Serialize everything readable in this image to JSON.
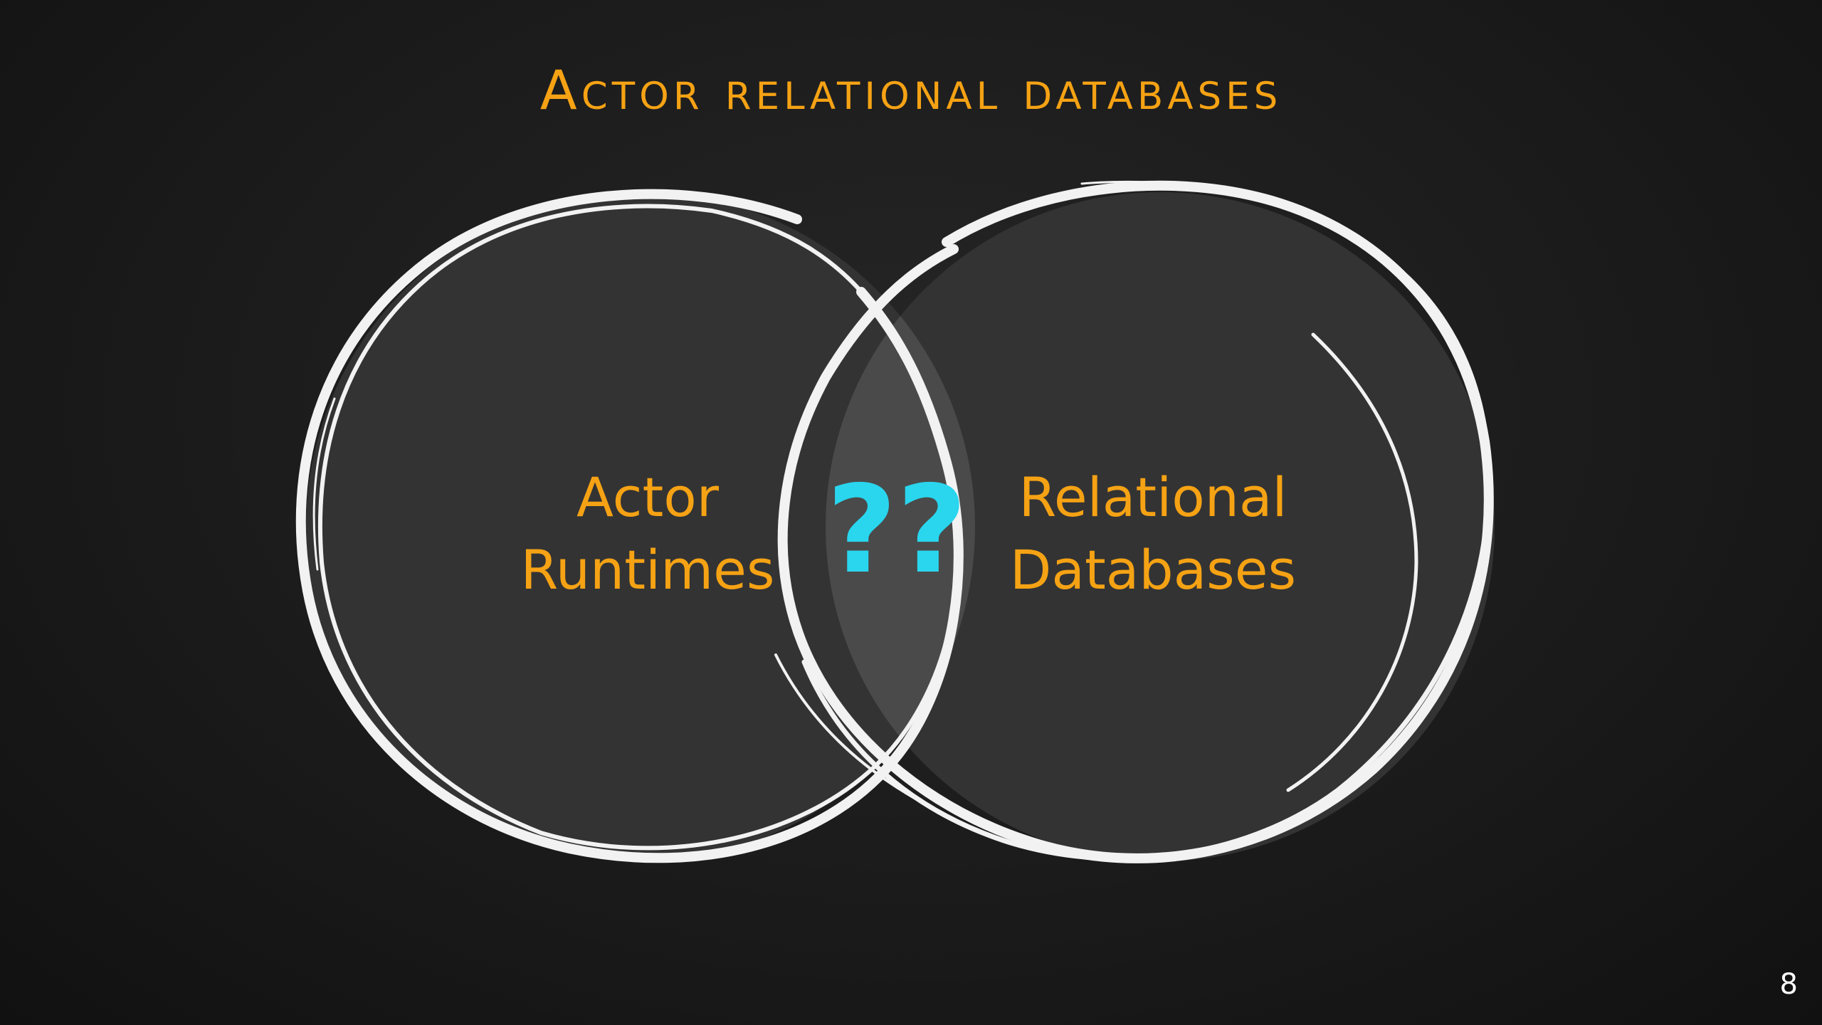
{
  "slide": {
    "title": "Actor relational databases",
    "page_number": "8"
  },
  "venn": {
    "left_label": "Actor\nRuntimes",
    "right_label": "Relational\nDatabases",
    "intersection_label": "??",
    "colors": {
      "background": "#1b1b1b",
      "circle_fill": "#333333",
      "overlap_fill": "#4a4a4a",
      "outline": "#f2f2f2",
      "label": "#f5a214",
      "intersection": "#29d6ee"
    }
  }
}
